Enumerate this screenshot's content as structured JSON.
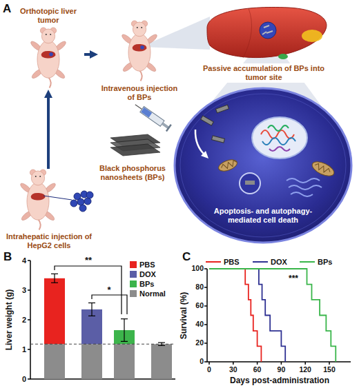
{
  "diagram": {
    "nodes": [
      {
        "text": [
          "Orthotopic liver tumor"
        ]
      },
      {
        "text": [
          "Intravenous injection of BPs"
        ]
      },
      {
        "text": [
          "Passive accumulation of BPs into tumor site"
        ]
      },
      {
        "text": [
          "Intrahepatic injection of HepG2 cells"
        ]
      },
      {
        "text": [
          "Black phosphorus nanosheets (BPs)"
        ]
      },
      {
        "text": [
          "Apoptosis- and autophagy-mediated cell death"
        ]
      }
    ],
    "edges": [
      {
        "from": 3,
        "to": 0,
        "arrow": "to"
      },
      {
        "from": 0,
        "to": 1,
        "arrow": "to"
      }
    ],
    "labels": [
      "A",
      "B",
      "Liver weight (g)",
      "4",
      "3",
      "2",
      "1",
      "0",
      "**",
      "*",
      "C",
      "***",
      "Survival (%)",
      "100",
      "80",
      "60",
      "40",
      "20",
      "0",
      "0",
      "30",
      "60",
      "90",
      "120",
      "150",
      "Days post-administration"
    ],
    "legend": [
      {
        "text": "PBS",
        "color": "#e8231f"
      },
      {
        "text": "DOX",
        "color": "#5b5ea6"
      },
      {
        "text": "BPs",
        "color": "#3cb44b"
      },
      {
        "text": "Normal",
        "color": "#8c8c8c"
      },
      {
        "text": "PBS"
      },
      {
        "text": "DOX"
      },
      {
        "text": "BPs"
      }
    ]
  }
}
